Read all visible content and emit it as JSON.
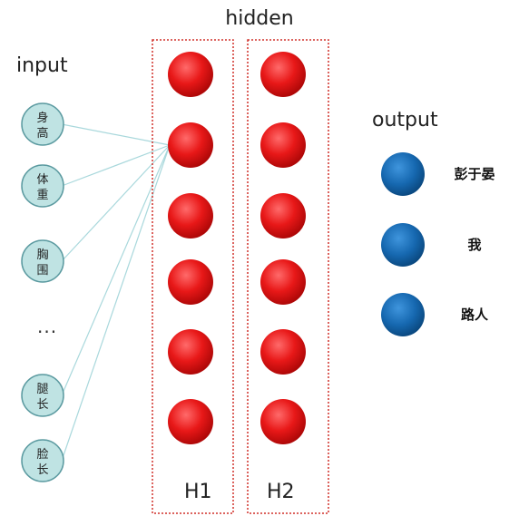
{
  "titles": {
    "hidden": "hidden",
    "input": "input",
    "output": "output",
    "h1": "H1",
    "h2": "H2",
    "ellipsis": "..."
  },
  "inputs": [
    {
      "line1": "身",
      "line2": "高"
    },
    {
      "line1": "体",
      "line2": "重"
    },
    {
      "line1": "胸",
      "line2": "围"
    },
    {
      "line1": "腿",
      "line2": "长"
    },
    {
      "line1": "脸",
      "line2": "长"
    }
  ],
  "outputs": [
    "彭于晏",
    "我",
    "路人"
  ],
  "hidden_layers": [
    {
      "name": "H1",
      "nodes": 6
    },
    {
      "name": "H2",
      "nodes": 6
    }
  ],
  "colors": {
    "input_fill": "#bfe3e3",
    "input_stroke": "#5b9aa0",
    "hidden_node": "#e81818",
    "output_node": "#1668b0",
    "box_border": "#d0302a",
    "connection": "#a9d8dc"
  }
}
